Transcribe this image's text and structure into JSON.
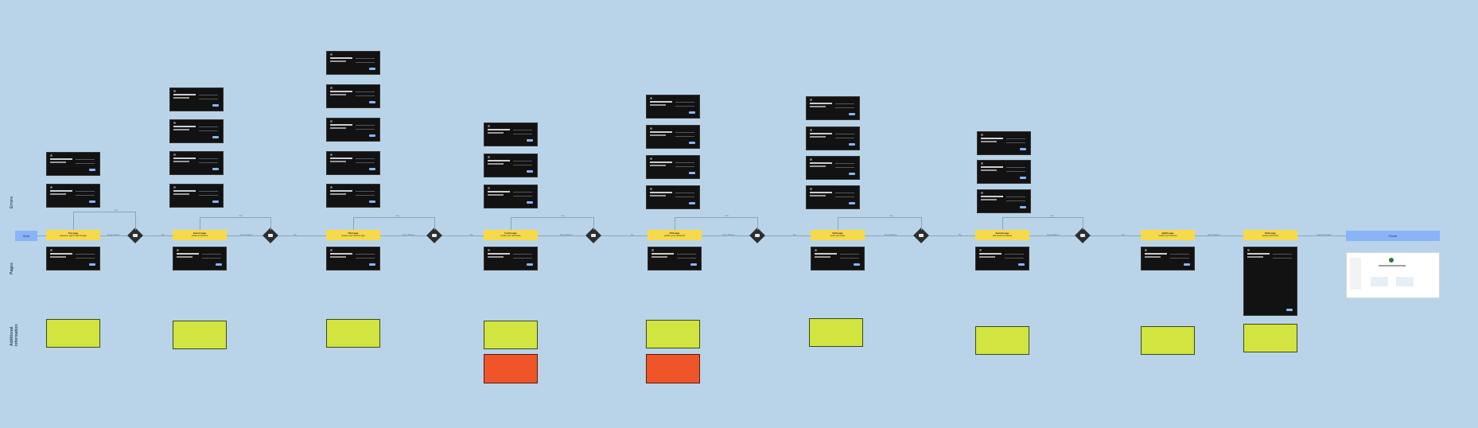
{
  "lanes": {
    "errors": "Errors",
    "pages": "Pages",
    "additional": "Additional Information"
  },
  "start_label": "Start",
  "finish_label": "Finish",
  "steps": [
    {
      "title": "First page",
      "subtitle": "welcome, sign in with Google"
    },
    {
      "title": "Second page",
      "subtitle": "create an account"
    },
    {
      "title": "Third page",
      "subtitle": "choose your account type"
    },
    {
      "title": "Fourth page",
      "subtitle": "create your username"
    },
    {
      "title": "Fifth page",
      "subtitle": "confirm your password"
    },
    {
      "title": "Sixth page",
      "subtitle": "enter your code"
    },
    {
      "title": "Seventh page",
      "subtitle": "add recovery options"
    },
    {
      "title": "Eighth page",
      "subtitle": "review your account"
    },
    {
      "title": "Ninth page",
      "subtitle": "privacy and terms"
    }
  ],
  "connector_labels": {
    "next": "Next Button",
    "yes": "Yes",
    "no": "No",
    "agree": "I agree Button"
  },
  "colors": {
    "background": "#b9d4e8",
    "step": "#f7d94a",
    "decision": "#2e2e2e",
    "note": "#d2e440",
    "error_note": "#f0552a",
    "terminal": "#8ab4f8"
  }
}
